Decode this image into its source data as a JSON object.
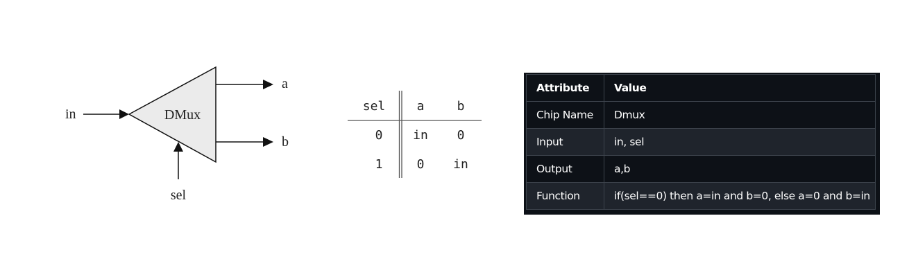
{
  "diagram": {
    "chip_label": "DMux",
    "input_label": "in",
    "select_label": "sel",
    "output_a_label": "a",
    "output_b_label": "b"
  },
  "truth_table": {
    "headers": [
      "sel",
      "a",
      "b"
    ],
    "rows": [
      [
        "0",
        "in",
        "0"
      ],
      [
        "1",
        "0",
        "in"
      ]
    ]
  },
  "attributes": {
    "headers": [
      "Attribute",
      "Value"
    ],
    "rows": [
      [
        "Chip Name",
        "Dmux"
      ],
      [
        "Input",
        "in, sel"
      ],
      [
        "Output",
        "a,b"
      ],
      [
        "Function",
        "if(sel==0) then a=in and b=0, else a=0 and b=in"
      ]
    ]
  },
  "colors": {
    "chip_fill": "#ebebeb",
    "line": "#111111",
    "table_bg": "#0d1117",
    "table_alt_row": "#1f242c",
    "table_border": "#3d444d",
    "table_text": "#ffffff"
  }
}
